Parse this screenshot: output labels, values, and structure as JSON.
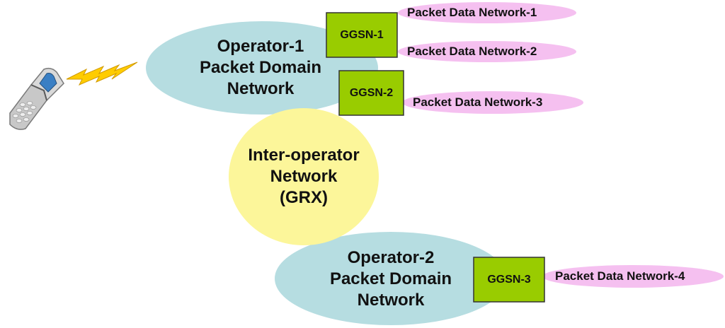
{
  "colors": {
    "operator_network": "#b6dde1",
    "inter_operator_network": "#fcf69a",
    "ggsn": "#99cc00",
    "packet_data_network": "#f5c0f0",
    "lightning": "#ffcc00"
  },
  "phone": {
    "icon": "mobile-phone-icon"
  },
  "link": {
    "icon": "lightning-bolt-icon"
  },
  "networks": {
    "operator1": "Operator-1\nPacket Domain\nNetwork",
    "grx": "Inter-operator\nNetwork\n(GRX)",
    "operator2": "Operator-2\nPacket Domain\nNetwork"
  },
  "ggsn": {
    "ggsn1": "GGSN-1",
    "ggsn2": "GGSN-2",
    "ggsn3": "GGSN-3"
  },
  "packet_data_networks": {
    "pdn1": "Packet Data Network-1",
    "pdn2": "Packet Data Network-2",
    "pdn3": "Packet Data Network-3",
    "pdn4": "Packet Data Network-4"
  }
}
